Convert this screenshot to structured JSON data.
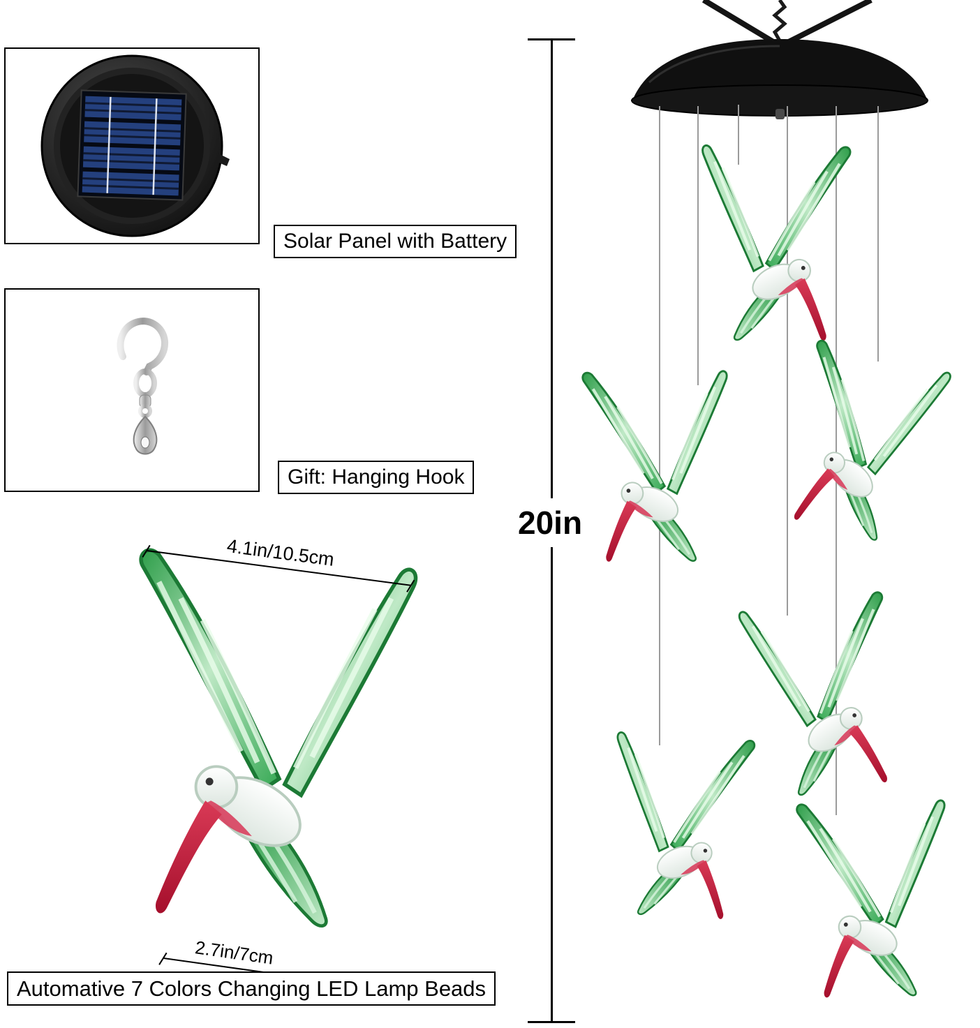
{
  "callouts": {
    "solar_panel": "Solar Panel with Battery",
    "hanging_hook": "Gift: Hanging Hook",
    "led_beads": "Automative 7 Colors Changing LED Lamp Beads"
  },
  "dimensions": {
    "total_height": "20in",
    "wingspan": "4.1in/10.5cm",
    "body_length": "2.7in/7cm"
  },
  "colors": {
    "wing_green": "#2f9e4f",
    "beak_red": "#c92746",
    "cap_black": "#111111",
    "solar_panel_blue": "#24407e",
    "string_gray": "#9b9b9b"
  }
}
